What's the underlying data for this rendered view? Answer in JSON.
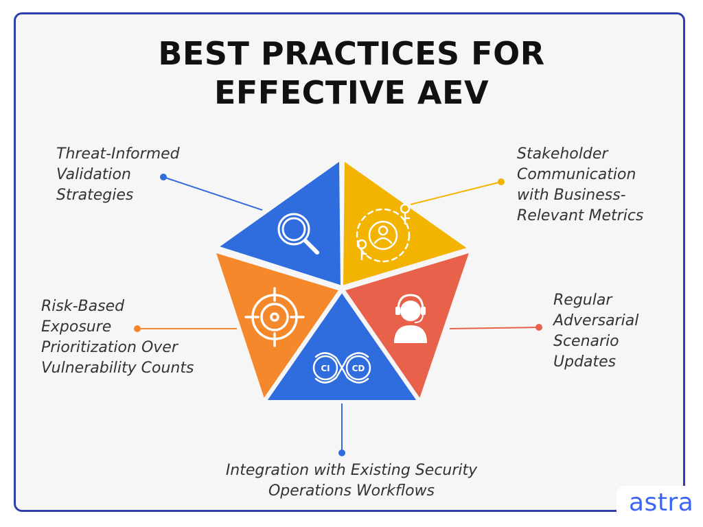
{
  "title": {
    "line1": "BEST PRACTICES FOR",
    "line2": "EFFECTIVE AEV"
  },
  "items": [
    {
      "lines": [
        "Threat-Informed",
        "Validation",
        "Strategies"
      ],
      "color": "#2f6ddf",
      "icon": "magnifier-icon"
    },
    {
      "lines": [
        "Stakeholder",
        "Communication",
        "with Business-",
        "Relevant Metrics"
      ],
      "color": "#f2b400",
      "icon": "stakeholder-network-icon"
    },
    {
      "lines": [
        "Regular",
        "Adversarial",
        "Scenario",
        "Updates"
      ],
      "color": "#e8614a",
      "icon": "headset-operator-icon"
    },
    {
      "lines": [
        "Integration with Existing Security",
        "Operations Workflows"
      ],
      "color": "#2f6ddf",
      "icon": "ci-cd-loop-icon",
      "ci": "CI",
      "cd": "CD"
    },
    {
      "lines": [
        "Risk-Based",
        "Exposure",
        "Prioritization Over",
        "Vulnerability Counts"
      ],
      "color": "#f5882b",
      "icon": "target-crosshair-icon"
    }
  ],
  "brand": "astra"
}
